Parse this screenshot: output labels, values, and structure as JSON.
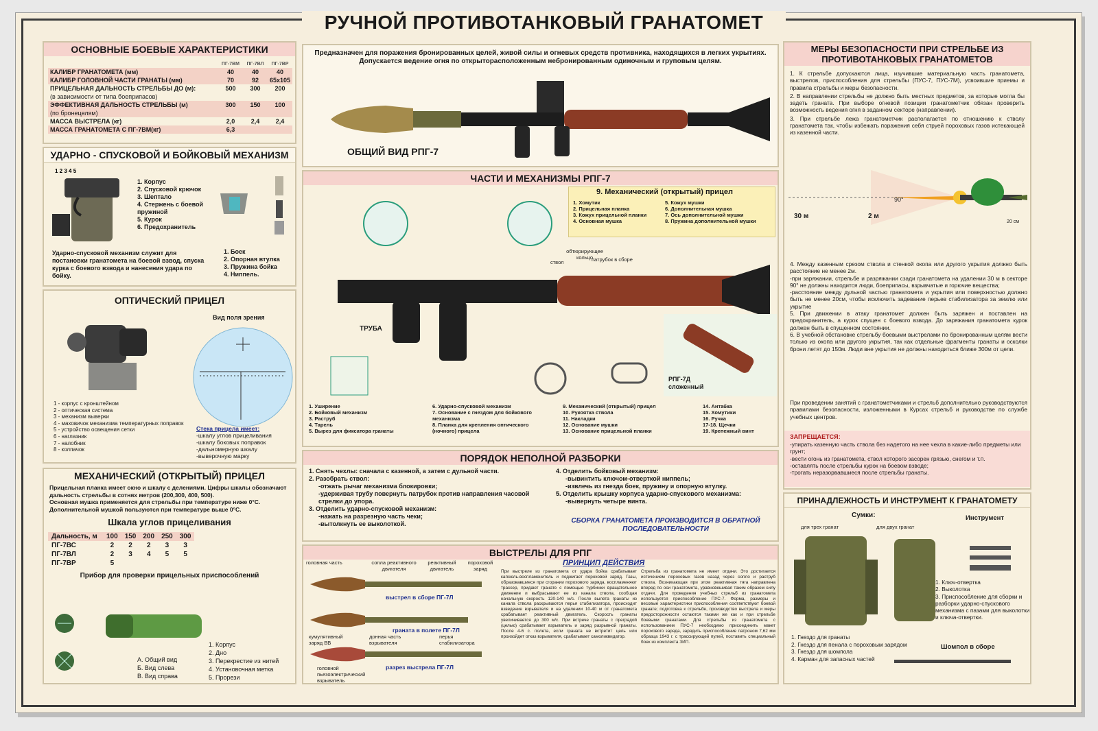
{
  "title": "РУЧНОЙ ПРОТИВОТАНКОВЫЙ ГРАНАТОМЕТ",
  "intro": {
    "line1": "Предназначен для поражения бронированных целей, живой силы и огневых средств противника, находящихся в легких укрытиях.",
    "line2": "Допускается ведение огня по открыторасположенным небронированным одиночным и груповым целям.",
    "general_view": "ОБЩИЙ ВИД РПГ-7"
  },
  "specs": {
    "title": "ОСНОВНЫЕ БОЕВЫЕ ХАРАКТЕРИСТИКИ",
    "columns": [
      "ПГ-7ВМ",
      "ПГ-7ВЛ",
      "ПГ-7ВР"
    ],
    "rows": [
      {
        "label": "КАЛИБР ГРАНАТОМЕТА (мм)",
        "v": [
          "40",
          "40",
          "40"
        ]
      },
      {
        "label": "КАЛИБР ГОЛОВНОЙ ЧАСТИ ГРАНАТЫ (мм)",
        "v": [
          "70",
          "92",
          "65x105"
        ]
      },
      {
        "label": "ПРИЦЕЛЬНАЯ ДАЛЬНОСТЬ СТРЕЛЬБЫ ДО (м):",
        "v": [
          "500",
          "300",
          "200"
        ]
      },
      {
        "label": "(в зависимости от типа боеприпасов)",
        "v": [
          "",
          "",
          ""
        ]
      },
      {
        "label": "ЭФФЕКТИВНАЯ ДАЛЬНОСТЬ СТРЕЛЬБЫ (м)",
        "v": [
          "300",
          "150",
          "100"
        ]
      },
      {
        "label": "(по бронецелям)",
        "v": [
          "",
          "",
          ""
        ]
      },
      {
        "label": "МАССА ВЫСТРЕЛА (кг)",
        "v": [
          "2,0",
          "2,4",
          "2,4"
        ]
      },
      {
        "label": "МАССА ГРАНАТОМЕТА С ПГ-7ВМ(кг)",
        "v": [
          "6,3",
          "",
          ""
        ]
      }
    ]
  },
  "trigger": {
    "title": "УДАРНО - СПУСКОВОЙ И БОЙКОВЫЙ МЕХАНИЗМ",
    "parts": [
      "1. Корпус",
      "2. Спусковой крючок",
      "3. Шептало",
      "4. Стержень с боевой пружиной",
      "5. Курок",
      "6. Предохранитель"
    ],
    "description": "Ударно-спусковой механизм служит для постановки гранатомета на боевой взвод, спуска курка с боевого взвода и нанесения удара по бойку.",
    "parts2": [
      "1. Боек",
      "2. Опорная втулка",
      "3. Пружина бойка",
      "4. Ниппель."
    ]
  },
  "optical": {
    "title": "ОПТИЧЕСКИЙ ПРИЦЕЛ",
    "field_of_view": "Вид поля зрения",
    "parts": [
      "1 - корпус с кронштейном",
      "2 - оптическая система",
      "3 - механизм выверки",
      "4 - маховичок механизма температурных поправок",
      "5 - устройство освещения сетки",
      "6 - наглазник",
      "7 - налобник",
      "8 - колпачок"
    ],
    "reticle_title": "Стека прицела имеет:",
    "reticle": [
      "-шкалу углов прицеливания",
      "-шкалу боковых поправок",
      "-дальномерную шкалу",
      "-выверочную марку"
    ]
  },
  "mech_sight": {
    "title": "МЕХАНИЧЕСКИЙ (ОТКРЫТЫЙ) ПРИЦЕЛ",
    "text1": "Прицельная планка имеет окно и шкалу с делениями. Цифры шкалы обозначают дальность стрельбы в сотнях метров (200,300, 400, 500).",
    "text2": "Основная мушка применяется для стрельбы при температуре ниже 0°С.",
    "text3": "Дополнительной мушкой пользуются при температуре выше 0°С."
  },
  "scale": {
    "title": "Шкала углов прицеливания",
    "header": [
      "Дальность, м",
      "100",
      "150",
      "200",
      "250",
      "300"
    ],
    "rows": [
      [
        "ПГ-7ВС",
        "2",
        "2",
        "2",
        "3",
        "3"
      ],
      [
        "ПГ-7ВЛ",
        "2",
        "3",
        "4",
        "5",
        "5"
      ],
      [
        "ПГ-7ВР",
        "5",
        "",
        "",
        "",
        ""
      ]
    ],
    "device_title": "Прибор для проверки прицельных приспособлений",
    "device_parts": [
      "1. Корпус",
      "2. Дно",
      "3. Перекрестие из нитей",
      "4. Установочная метка",
      "5. Прорези"
    ],
    "views": [
      "А. Общий вид",
      "Б. Вид слева",
      "В. Вид справа"
    ]
  },
  "parts_panel": {
    "title": "ЧАСТИ И МЕХАНИЗМЫ РПГ-7",
    "sight_title": "9.   Механический (открытый) прицел",
    "sight_parts_left": [
      "1. Хомутик",
      "2. Прицельная планка",
      "3. Кожух прицельной планки",
      "4. Основная мушка"
    ],
    "sight_parts_right": [
      "5. Кожух мушки",
      "6. Дополнительная мушка",
      "7. Ось дополнительной мушки",
      "8. Пружина дополнительной мушки"
    ],
    "tube_label": "ТРУБА",
    "folded_label": "РПГ-7Д сложенный",
    "labels": [
      "обтюрирующее кольцо",
      "ствол",
      "патрубок в сборе"
    ],
    "col1": [
      "1. Уширение",
      "2. Бойковый механизм",
      "3. Раструб",
      "4. Тарель",
      "5. Вырез для фиксатора гранаты"
    ],
    "col2": [
      "6. Ударно-спусковой механизм",
      "7. Основание с гнездом для бойкового механизма",
      "8. Планка для крепления оптического (ночного) прицела"
    ],
    "col3": [
      "9. Механический (открытый) прицел",
      "10. Рукоятка ствола",
      "11. Накладки",
      "12. Основание мушки",
      "13. Основание прицельной планки"
    ],
    "col4": [
      "14. Антабка",
      "15. Хомутики",
      "16. Ручка",
      "17-18. Щечки",
      "19. Крепежный винт"
    ]
  },
  "disassembly": {
    "title": "ПОРЯДОК НЕПОЛНОЙ РАЗБОРКИ",
    "left": [
      "1. Снять чехлы: сначала с казенной, а затем с дульной части.",
      "2. Разобрать ствол:",
      "-отжать рычаг механизма блокировки;",
      "-удерживая трубу повернуть патрубок против направления часовой стрелки до упора.",
      "3. Отделить ударно-спусковой механизм:",
      "-нажать на разрезную часть чеки;",
      "-вытолкнуть ее выколоткой."
    ],
    "right": [
      "4. Отделить бойковый механизм:",
      "-вывинтить ключом-отверткой ниппель;",
      "-извлечь из гнезда боек, пружину и опорную втулку.",
      "5. Отделить крышку корпуса ударно-спускового механизма:",
      "-вывернуть четыре винта."
    ],
    "note": "СБОРКА ГРАНАТОМЕТА ПРОИЗВОДИТСЯ В ОБРАТНОЙ ПОСЛЕДОВАТЕЛЬНОСТИ"
  },
  "rounds": {
    "title": "ВЫСТРЕЛЫ ДЛЯ РПГ",
    "labels_top": [
      "головная часть",
      "сопла реактивного двигателя",
      "реактивный двигатель",
      "пороховой заряд"
    ],
    "captions": [
      "выстрел в сборе ПГ-7Л",
      "граната в полете ПГ-7Л",
      "разрез выстрела ПГ-7Л"
    ],
    "labels_mid": [
      "кумулятивный заряд ВВ",
      "донная часть взрывателя",
      "перья стабилизатора"
    ],
    "label_bottom": "головной пьезоэлектрический взрыватель",
    "principle_title": "ПРИНЦИП ДЕЙСТВИЯ",
    "principle_text": "При выстреле из гранатомета от удара бойка срабатывает капсюль-воспламенитель и поджигает пороховой заряд. Газы, образовавшиеся при сгорании порохового заряда, воспламеняют трассер, придают гранате с помощью турбинки вращательное движение и выбрасывают ее из канала ствола, сообщая начальную скорость 120-140 м/с. После вылета гранаты из канала ствола раскрываются перья стабилизатора, происходит взведение взрывателя и на удалении 10-40 м от гранатомета срабатывает реактивный двигатель. Скорость гранаты увеличивается до 300 м/с. При встрече гранаты с преградой (целью) срабатывает взрыватель и заряд разрывной гранаты. После 4-6 с. полета, если граната не встретит цель или произойдет отказ взрывателя, срабатывает самоликвидатор.",
    "training_text": "Стрельба из гранатомета не имеет отдачи. Это достигается истечением пороховых газов назад через сопло и раструб ствола. Возникающая при этом реактивная тяга направлена вперед по оси гранатомета, уравновешивая таким образом силу отдачи. Для проведения учебных стрельб из гранатомета используется приспособление ПУС-7. Форма, размеры и весовые характеристики приспособления соответствуют боевой гранате; подготовка к стрельбе, производство выстрела и меры предосторожности остаются такими же как и при стрельбе боевыми гранатами. Для стрельбы из гранатомета с использованием ПУС-7 необходимо присоединить макет порохового заряда, зарядить приспособление патроном 7,62 мм образца 1943 г. с трассирующей пулей, поставить специальный боек из комплекта ЗИП."
  },
  "safety": {
    "title": "МЕРЫ БЕЗОПАСНОСТИ ПРИ СТРЕЛЬБЕ ИЗ ПРОТИВОТАНКОВЫХ ГРАНАТОМЕТОВ",
    "items": [
      "1. К стрельбе допускаются лица, изучившие материальную часть гранатомета, выстрелов, приспособления для стрельбы (ПУС-7, ПУС-7М), усвоившие приемы и правила стрельбы и меры безопасности.",
      "2. В направлении стрельбы не должно быть местных предметов, за которые могла бы задеть граната. При выборе огневой позиции гранатометчик обязан проверить возможность ведения огня в заданном секторе (направлении).",
      "3. При стрельбе лежа гранатометчик располагается по отношению к стволу гранатомета так, чтобы избежать поражения себя струей пороховых газов истекающей из казенной части."
    ],
    "diagram_labels": [
      "30 м",
      "2 м",
      "90°",
      "20 см"
    ],
    "items2": [
      "4. Между казенным срезом ствола и стенкой окопа или другого укрытия должно быть расстояние не менее 2м.",
      "-при заряжании, стрельбе и разряжании сзади гранатомета на удалении 30 м в секторе 90° не должны находится люди, боеприпасы, взрывчатые и горючие вещества;",
      "-расстояние между дульной частью гранатомета и укрытия или поверхностью должно быть не менее 20см, чтобы исключить задевание перьев стабилизатора за землю или укрытие",
      "5. При движении в атаку гранатомет должен быть заряжен и поставлен на предохранитель, а курок спущен с боевого взвода. До заряжания гранатомета курок должен быть в спущенном состоянии.",
      "6. В учебной обстановке стрельбу боевыми выстрелами по бронированным целям вести только из окопа или другого укрытия, так как отдельные фрагменты гранаты и осколки брони летят до 150м. Люди вне укрытия не должны находиться ближе 300м от цели."
    ],
    "closing": "При проведении занятий с гранатометчиками и стрельб дополнительно руководствуются правилами безопасности, изложенными в Курсах стрельб и руководстве по службе учебных центров.",
    "forbidden_title": "ЗАПРЕЩАЕТСЯ:",
    "forbidden": [
      "-упирать казенную часть ствола без надетого на нее чехла в какие-либо предметы или грунт;",
      "-вести огонь из гранатомета, ствол которого засорен грязью, снегом и т.п.",
      "-оставлять после стрельбы курок на боевом взводе;",
      "-трогать неразорвавшиеся после стрельбы гранаты."
    ]
  },
  "accessories": {
    "title": "ПРИНАДЛЕЖНОСТЬ И ИНСТРУМЕНТ К ГРАНАТОМЕТУ",
    "bags": "Сумки:",
    "bag_left": "для трех гранат",
    "bag_right": "для двух гранат",
    "tools": "Инструмент",
    "tool_list": [
      "1. Ключ-отвертка",
      "2. Выколотка",
      "3. Приспособление для сборки и разборки ударно-спускового механизма с пазами для выколотки и ключа-отвертки."
    ],
    "bag_parts": [
      "1. Гнездо для гранаты",
      "2. Гнездо для пенала с пороховым зарядом",
      "3. Гнездо для шомпола",
      "4. Карман для запасных частей"
    ],
    "ramrod": "Шомпол в сборе"
  },
  "colors": {
    "paper": "#f6eedd",
    "pink": "#f6d3cd",
    "barrel": "#8b3b25",
    "olive": "#6a6e3e",
    "steel": "#2b2b2b"
  }
}
